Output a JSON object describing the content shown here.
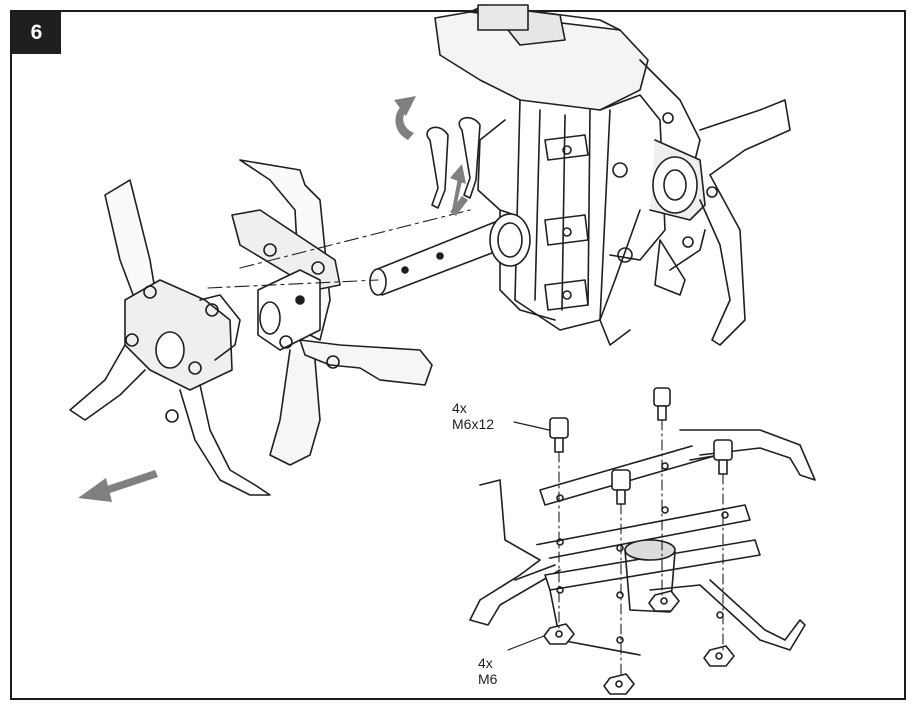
{
  "step": {
    "number": "6"
  },
  "callouts": {
    "bolts": {
      "quantity": "4x",
      "size": "M6x12"
    },
    "nuts": {
      "quantity": "4x",
      "size": "M6"
    }
  },
  "colors": {
    "line": "#1f1f1f",
    "arrow": "#808080",
    "shade": "#dcdcdc"
  },
  "icons": [
    "removal-arrow-icon",
    "rotate-arrow-icon",
    "slide-arrow-icon"
  ]
}
